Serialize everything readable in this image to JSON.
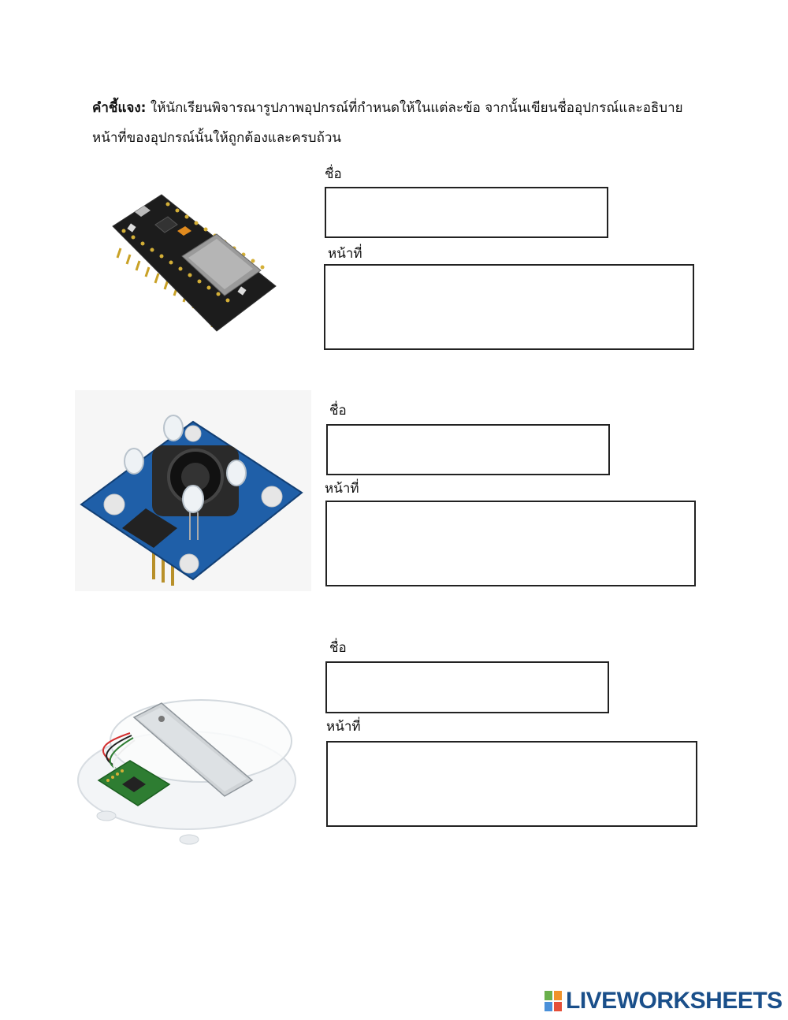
{
  "instructions": {
    "bold": "คำชี้แจง:",
    "text": " ให้นักเรียนพิจารณารูปภาพอุปกรณ์ที่กำหนดให้ในแต่ละข้อ จากนั้นเขียนชื่ออุปกรณ์และอธิบายหน้าที่ของอุปกรณ์นั้นให้ถูกต้องและครบถ้วน"
  },
  "items": [
    {
      "name_label": "ชื่อ",
      "function_label": "หน้าที่",
      "name_value": "",
      "function_value": ""
    },
    {
      "name_label": "ชื่อ",
      "function_label": "หน้าที่",
      "name_value": "",
      "function_value": ""
    },
    {
      "name_label": "ชื่อ",
      "function_label": "หน้าที่",
      "name_value": "",
      "function_value": ""
    }
  ],
  "brand": {
    "text": "LIVEWORKSHEETS",
    "text_color": "#1a4f8a",
    "tile_colors": [
      "#6ab04c",
      "#f0932b",
      "#4a90d9",
      "#e55039"
    ]
  }
}
